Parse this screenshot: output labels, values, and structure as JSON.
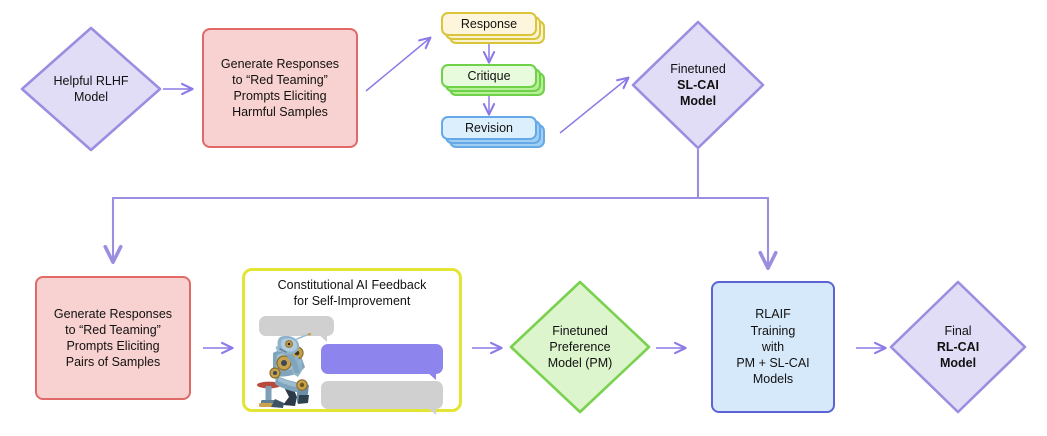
{
  "diagram": {
    "title": "Constitutional AI (CAI) training pipeline",
    "colors": {
      "arrow": "#8c7ae6",
      "purple_fill": "#e2ddf7",
      "purple_stroke": "#9b8ee0",
      "red_fill": "#f8d2d0",
      "red_stroke": "#e06a68",
      "yellow_fill": "#fbf2d2",
      "yellow_stroke": "#d8c53a",
      "green_fill": "#d8f3c8",
      "green_stroke": "#6fd04a",
      "blue_fill": "#d3e8fb",
      "blue_stroke": "#66a8e8",
      "pm_green_fill": "#ddf5cd",
      "pm_green_stroke": "#7ad14f",
      "rlaif_fill": "#d6e9fb",
      "rlaif_stroke": "#5b63d6",
      "panel_stroke": "#e3e534",
      "bubble_grey": "#d0d0d0",
      "bubble_purple": "#8d84ed"
    },
    "nodes": {
      "helpful_rlhf": {
        "line1": "Helpful RLHF",
        "line2": "Model"
      },
      "generate_harmful": {
        "line1": "Generate Responses",
        "line2": "to “Red Teaming”",
        "line3": "Prompts Eliciting",
        "line4": "Harmful Samples"
      },
      "response_card": {
        "label": "Response"
      },
      "critique_card": {
        "label": "Critique"
      },
      "revision_card": {
        "label": "Revision"
      },
      "sl_cai": {
        "line1": "Finetuned",
        "line2": "SL-CAI",
        "line3": "Model"
      },
      "generate_pairs": {
        "line1": "Generate Responses",
        "line2": "to “Red Teaming”",
        "line3": "Prompts Eliciting",
        "line4": "Pairs of Samples"
      },
      "feedback_panel": {
        "title_line1": "Constitutional AI Feedback",
        "title_line2": "for Self-Improvement",
        "robot_alt": "thinker-robot-illustration"
      },
      "preference_model": {
        "line1": "Finetuned",
        "line2": "Preference",
        "line3": "Model (PM)"
      },
      "rlaif": {
        "line1": "RLAIF",
        "line2": "Training",
        "line3": "with",
        "line4": "PM + SL-CAI",
        "line5": "Models"
      },
      "rl_cai": {
        "line1": "Final",
        "line2": "RL-CAI",
        "line3": "Model"
      }
    },
    "connectors": [
      {
        "name": "helpful-to-generate",
        "kind": "arrow-right"
      },
      {
        "name": "generate-to-response",
        "kind": "arrow-diagonal-up"
      },
      {
        "name": "response-to-critique",
        "kind": "arrow-down"
      },
      {
        "name": "critique-to-revision",
        "kind": "arrow-down"
      },
      {
        "name": "revision-to-slcai",
        "kind": "arrow-diagonal-up"
      },
      {
        "name": "slcai-split-bus",
        "kind": "bus-down-split"
      },
      {
        "name": "pairs-to-feedback",
        "kind": "arrow-right"
      },
      {
        "name": "feedback-to-pm",
        "kind": "arrow-right"
      },
      {
        "name": "pm-to-rlaif",
        "kind": "arrow-right"
      },
      {
        "name": "rlaif-to-rlcai",
        "kind": "arrow-right"
      }
    ]
  }
}
